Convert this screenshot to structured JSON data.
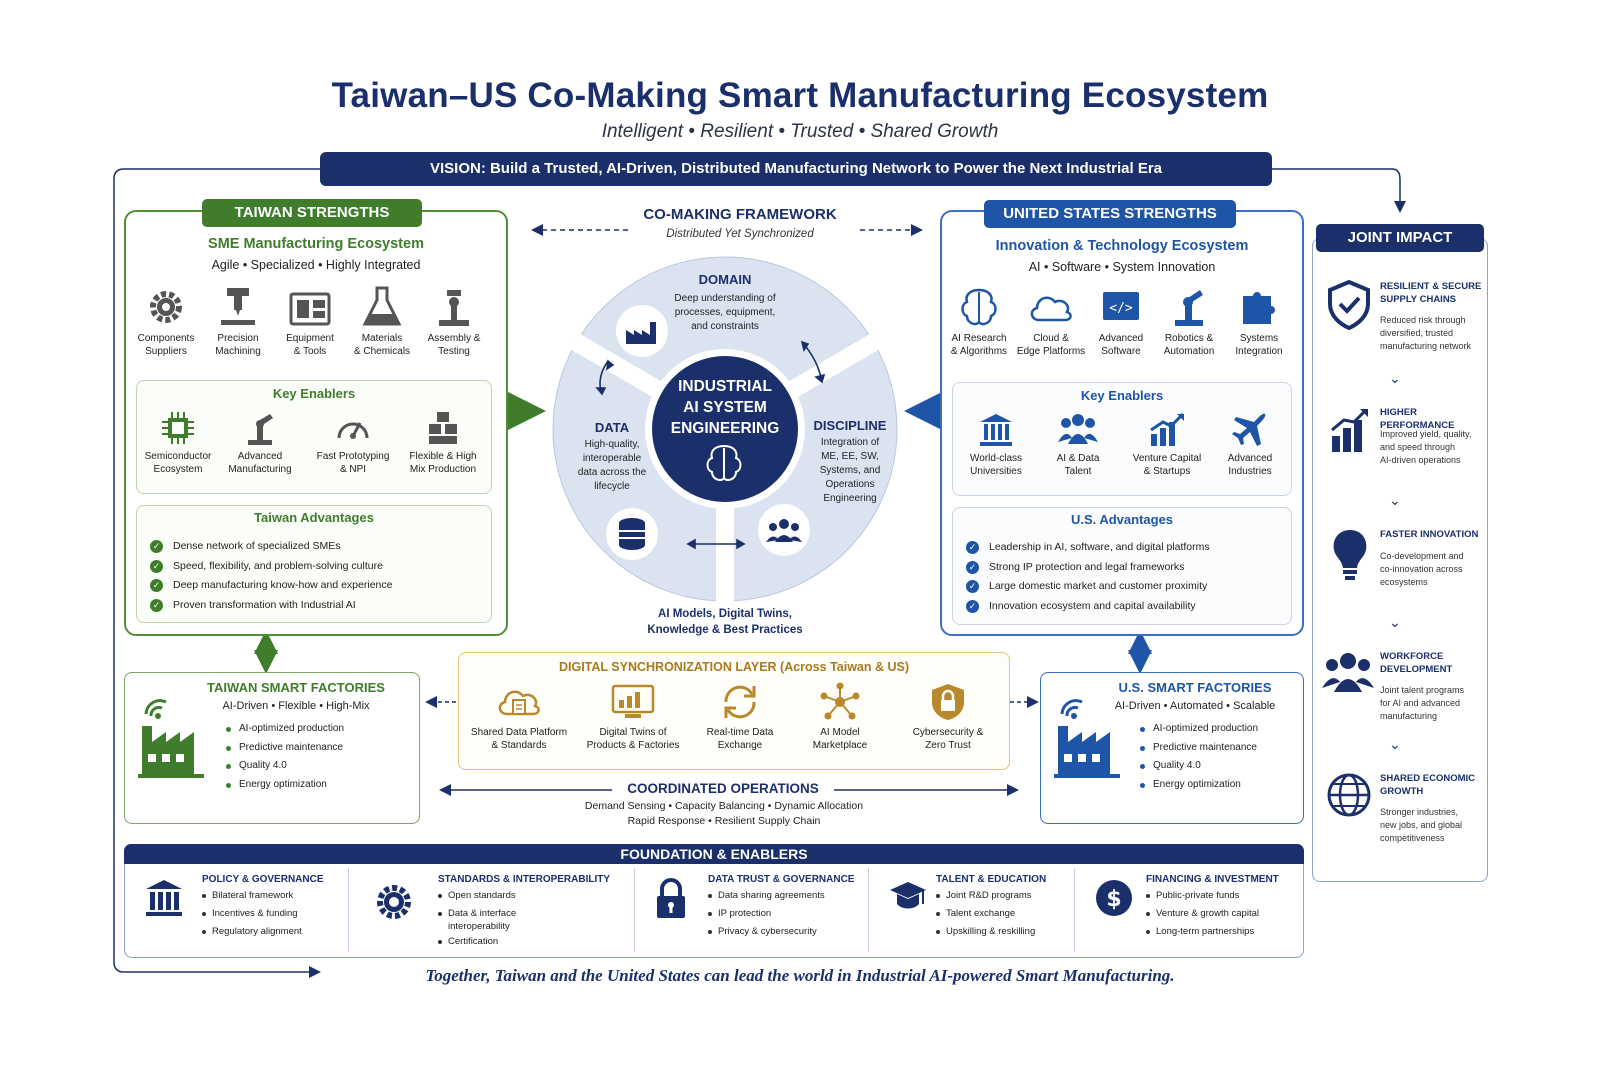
{
  "title": "Taiwan–US Co-Making Smart Manufacturing Ecosystem",
  "subtitle": "Intelligent  •  Resilient  •  Trusted  •  Shared Growth",
  "vision": "VISION: Build a Trusted, AI-Driven, Distributed Manufacturing Network to Power the Next Industrial Era",
  "taiwan": {
    "tab": "TAIWAN STRENGTHS",
    "heading": "SME Manufacturing Ecosystem",
    "tagline": "Agile  •  Specialized  •  Highly Integrated",
    "icons": [
      {
        "label": "Components\nSuppliers",
        "icon": "gear-icon"
      },
      {
        "label": "Precision\nMachining",
        "icon": "machining-icon"
      },
      {
        "label": "Equipment\n& Tools",
        "icon": "toolbox-icon"
      },
      {
        "label": "Materials\n& Chemicals",
        "icon": "flask-icon"
      },
      {
        "label": "Assembly &\nTesting",
        "icon": "robot-arm-icon"
      }
    ],
    "enablers_title": "Key Enablers",
    "enablers": [
      {
        "label": "Semiconductor\nEcosystem",
        "icon": "chip-icon"
      },
      {
        "label": "Advanced\nManufacturing",
        "icon": "robot-arm-icon"
      },
      {
        "label": "Fast Prototyping\n& NPI",
        "icon": "gauge-icon"
      },
      {
        "label": "Flexible & High\nMix Production",
        "icon": "boxes-icon"
      }
    ],
    "advantages_title": "Taiwan Advantages",
    "advantages": [
      "Dense network of specialized SMEs",
      "Speed, flexibility, and problem-solving culture",
      "Deep manufacturing know-how and experience",
      "Proven transformation with Industrial AI"
    ]
  },
  "framework": {
    "title": "CO-MAKING FRAMEWORK",
    "subtitle": "Distributed Yet Synchronized",
    "center": "INDUSTRIAL\nAI SYSTEM\nENGINEERING",
    "domain_title": "DOMAIN",
    "domain_text": "Deep understanding of\nprocesses, equipment,\nand constraints",
    "data_title": "DATA",
    "data_text": "High-quality,\ninteroperable\ndata across the\nlifecycle",
    "discipline_title": "DISCIPLINE",
    "discipline_text": "Integration of\nME, EE, SW,\nSystems, and\nOperations\nEngineering",
    "bottom_text": "AI Models, Digital Twins,\nKnowledge & Best Practices"
  },
  "us": {
    "tab": "UNITED STATES STRENGTHS",
    "heading": "Innovation & Technology Ecosystem",
    "tagline": "AI  •  Software  •  System Innovation",
    "icons": [
      {
        "label": "AI Research\n& Algorithms",
        "icon": "brain-icon"
      },
      {
        "label": "Cloud &\nEdge Platforms",
        "icon": "cloud-icon"
      },
      {
        "label": "Advanced\nSoftware",
        "icon": "code-icon"
      },
      {
        "label": "Robotics &\nAutomation",
        "icon": "robot-arm-icon"
      },
      {
        "label": "Systems\nIntegration",
        "icon": "puzzle-icon"
      }
    ],
    "enablers_title": "Key Enablers",
    "enablers": [
      {
        "label": "World-class\nUniversities",
        "icon": "university-icon"
      },
      {
        "label": "AI & Data\nTalent",
        "icon": "people-icon"
      },
      {
        "label": "Venture Capital\n& Startups",
        "icon": "growth-chart-icon"
      },
      {
        "label": "Advanced\nIndustries",
        "icon": "airplane-icon"
      }
    ],
    "advantages_title": "U.S. Advantages",
    "advantages": [
      "Leadership in AI, software, and digital platforms",
      "Strong IP protection and legal frameworks",
      "Large domestic market and customer proximity",
      "Innovation ecosystem and capital availability"
    ]
  },
  "joint": {
    "tab": "JOINT IMPACT",
    "items": [
      {
        "title": "RESILIENT & SECURE\nSUPPLY CHAINS",
        "desc": "Reduced risk through\ndiversified, trusted\nmanufacturing network",
        "icon": "shield-check-icon"
      },
      {
        "title": "HIGHER PERFORMANCE",
        "desc": "Improved yield, quality,\nand speed through\nAI-driven operations",
        "icon": "bar-chart-icon"
      },
      {
        "title": "FASTER INNOVATION",
        "desc": "Co-development and\nco-innovation across\necosystems",
        "icon": "lightbulb-icon"
      },
      {
        "title": "WORKFORCE\nDEVELOPMENT",
        "desc": "Joint talent programs\nfor AI and advanced\nmanufacturing",
        "icon": "people-icon"
      },
      {
        "title": "SHARED ECONOMIC\nGROWTH",
        "desc": "Stronger industries,\nnew jobs, and global\ncompetitiveness",
        "icon": "globe-icon"
      }
    ]
  },
  "tw_factories": {
    "title": "TAIWAN SMART FACTORIES",
    "tagline": "AI-Driven  •  Flexible  •  High-Mix",
    "items": [
      "AI-optimized production",
      "Predictive maintenance",
      "Quality 4.0",
      "Energy optimization"
    ]
  },
  "us_factories": {
    "title": "U.S. SMART FACTORIES",
    "tagline": "AI-Driven  •  Automated  •  Scalable",
    "items": [
      "AI-optimized production",
      "Predictive maintenance",
      "Quality 4.0",
      "Energy optimization"
    ]
  },
  "sync": {
    "title": "DIGITAL SYNCHRONIZATION LAYER (Across Taiwan & US)",
    "items": [
      {
        "label": "Shared Data Platform\n& Standards",
        "icon": "cloud-data-icon"
      },
      {
        "label": "Digital Twins of\nProducts & Factories",
        "icon": "monitor-chart-icon"
      },
      {
        "label": "Real-time Data\nExchange",
        "icon": "sync-icon"
      },
      {
        "label": "AI Model\nMarketplace",
        "icon": "network-icon"
      },
      {
        "label": "Cybersecurity &\nZero Trust",
        "icon": "shield-lock-icon"
      }
    ]
  },
  "coordinated": {
    "title": "COORDINATED OPERATIONS",
    "line1": "Demand Sensing  •  Capacity Balancing  •  Dynamic Allocation",
    "line2": "Rapid Response  •  Resilient Supply Chain"
  },
  "foundation": {
    "title": "FOUNDATION & ENABLERS",
    "cols": [
      {
        "title": "POLICY & GOVERNANCE",
        "icon": "university-icon",
        "items": [
          "Bilateral framework",
          "Incentives & funding",
          "Regulatory alignment"
        ]
      },
      {
        "title": "STANDARDS & INTEROPERABILITY",
        "icon": "gear-icon",
        "items": [
          "Open standards",
          "Data & interface\ninteroperability",
          "Certification"
        ]
      },
      {
        "title": "DATA TRUST & GOVERNANCE",
        "icon": "lock-icon",
        "items": [
          "Data sharing agreements",
          "IP protection",
          "Privacy & cybersecurity"
        ]
      },
      {
        "title": "TALENT & EDUCATION",
        "icon": "graduation-cap-icon",
        "items": [
          "Joint R&D programs",
          "Talent exchange",
          "Upskilling & reskilling"
        ]
      },
      {
        "title": "FINANCING & INVESTMENT",
        "icon": "dollar-icon",
        "items": [
          "Public-private funds",
          "Venture & growth capital",
          "Long-term partnerships"
        ]
      }
    ]
  },
  "closing": "Together, Taiwan and the United States can lead the world in Industrial AI-powered Smart Manufacturing.",
  "colors": {
    "navy": "#1b2f6b",
    "green": "#3f7d2c",
    "blue": "#1f55a6",
    "gold": "#b8892b"
  }
}
